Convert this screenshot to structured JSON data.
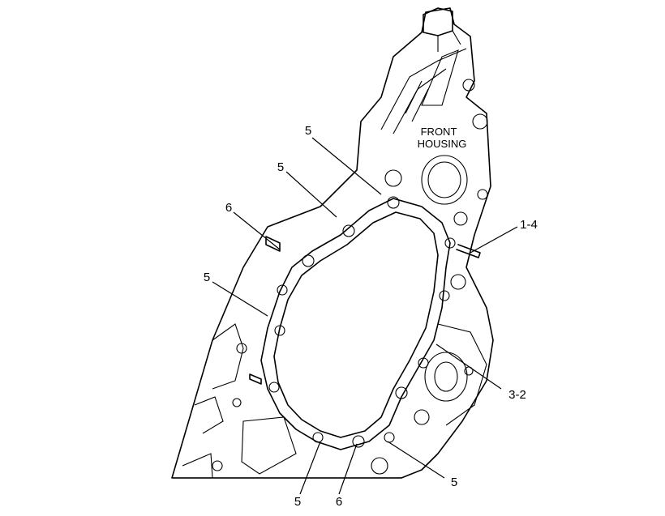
{
  "housing_label": {
    "line1": "FRONT",
    "line2": "HOUSING"
  },
  "callouts": {
    "c_top_5": "5",
    "c_upper_5": "5",
    "c_left_6": "6",
    "c_left_5": "5",
    "c_right_1_4": "1-4",
    "c_right_3_2": "3-2",
    "c_bottom_right_5": "5",
    "c_bottom_5": "5",
    "c_bottom_6": "6"
  }
}
